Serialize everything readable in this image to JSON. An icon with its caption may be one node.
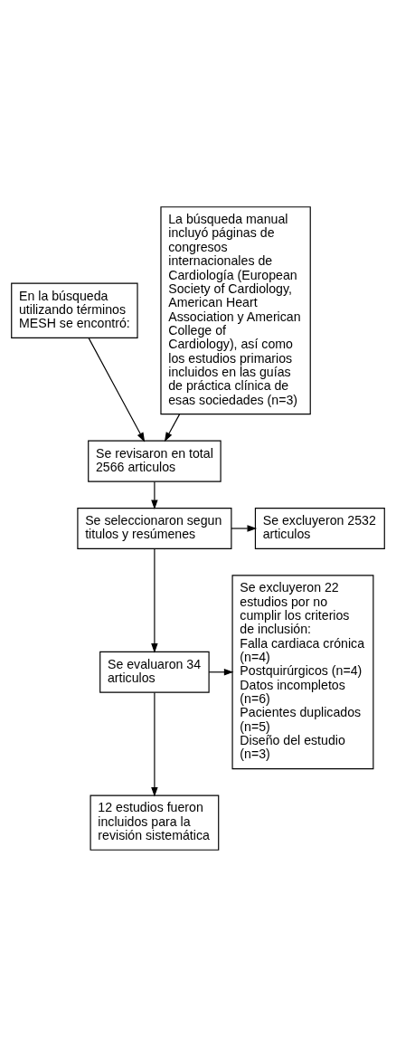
{
  "diagram": {
    "nodes": [
      {
        "text": [
          "En la búsqueda utilizando términos MESH se encontró:"
        ]
      },
      {
        "text": [
          "La búsqueda manual incluyó páginas de congresos internacionales de Cardiología (European Society of Cardiology, American Heart Association y American College of Cardiology), así como los estudios primarios incluidos en las guías de práctica clínica de esas sociedades (n=3)"
        ]
      },
      {
        "text": [
          "Se revisaron en total 2566 articulos"
        ]
      },
      {
        "text": [
          "Se seleccionaron segun titulos y resúmenes"
        ]
      },
      {
        "text": [
          "Se excluyeron 2532 articulos"
        ]
      },
      {
        "text": [
          "Se evaluaron 34 articulos"
        ]
      },
      {
        "text": [
          "Se excluyeron 22 estudios por no cumplir los criterios de inclusión:",
          "Falla cardiaca crónica (n=4)",
          "Postquirúrgicos (n=4)",
          "Datos incompletos (n=6)",
          "Pacientes duplicados (n=5)",
          "Diseño del estudio (n=3)"
        ]
      },
      {
        "text": [
          "12 estudios fueron incluidos para la revisión sistemática"
        ]
      }
    ],
    "edges": [
      {
        "from": 0,
        "to": 2,
        "arrow": "to"
      },
      {
        "from": 1,
        "to": 2,
        "arrow": "to"
      },
      {
        "from": 2,
        "to": 3,
        "arrow": "to"
      },
      {
        "from": 3,
        "to": 4,
        "arrow": "to"
      },
      {
        "from": 3,
        "to": 5,
        "arrow": "to"
      },
      {
        "from": 5,
        "to": 6,
        "arrow": "to"
      },
      {
        "from": 5,
        "to": 7,
        "arrow": "to"
      }
    ]
  }
}
